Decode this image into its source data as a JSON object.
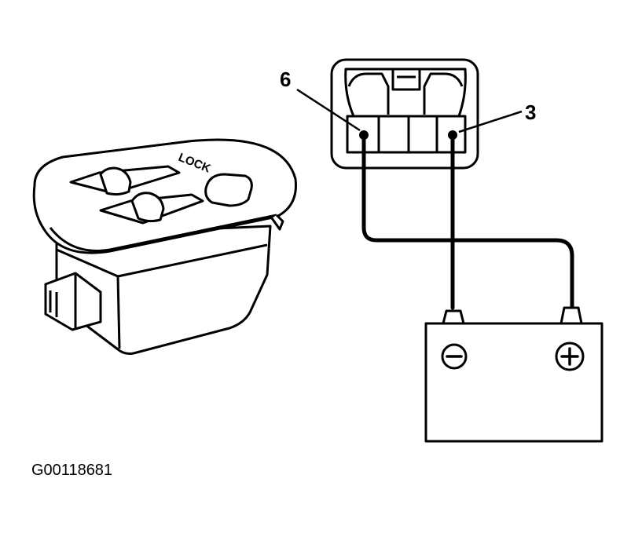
{
  "labels": {
    "pin_left": "6",
    "pin_right": "3",
    "switch_text": "LOCK"
  },
  "battery": {
    "negative_symbol": "−",
    "positive_symbol": "+"
  },
  "figure_code": "G00118681",
  "colors": {
    "ink": "#000000",
    "paper": "#ffffff"
  }
}
